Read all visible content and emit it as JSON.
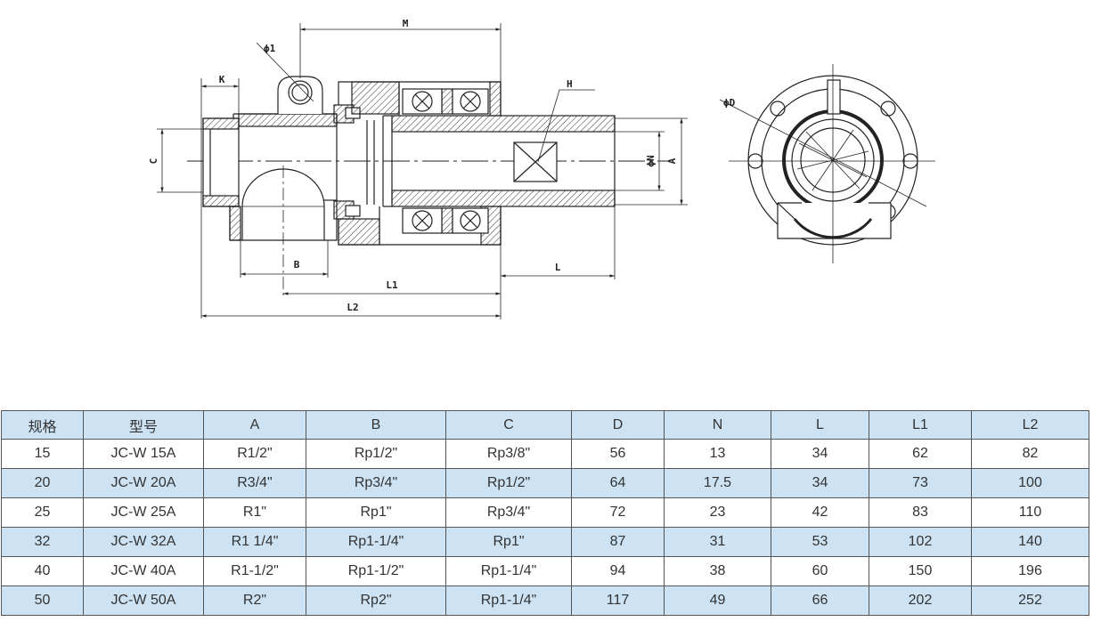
{
  "drawing": {
    "labels": {
      "M": "M",
      "phi1": "ϕ1",
      "K": "K",
      "H": "H",
      "C": "C",
      "phiN": "ϕN",
      "A": "A",
      "B": "B",
      "L": "L",
      "L1": "L1",
      "L2": "L2",
      "phiD": "ϕD"
    }
  },
  "table": {
    "headers": [
      "规格",
      "型号",
      "A",
      "B",
      "C",
      "D",
      "N",
      "L",
      "L1",
      "L2"
    ],
    "rows": [
      [
        "15",
        "JC-W 15A",
        "R1/2\"",
        "Rp1/2\"",
        "Rp3/8\"",
        "56",
        "13",
        "34",
        "62",
        "82"
      ],
      [
        "20",
        "JC-W 20A",
        "R3/4\"",
        "Rp3/4\"",
        "Rp1/2\"",
        "64",
        "17.5",
        "34",
        "73",
        "100"
      ],
      [
        "25",
        "JC-W 25A",
        "R1\"",
        "Rp1\"",
        "Rp3/4\"",
        "72",
        "23",
        "42",
        "83",
        "110"
      ],
      [
        "32",
        "JC-W 32A",
        "R1 1/4\"",
        "Rp1-1/4\"",
        "Rp1\"",
        "87",
        "31",
        "53",
        "102",
        "140"
      ],
      [
        "40",
        "JC-W 40A",
        "R1-1/2\"",
        "Rp1-1/2\"",
        "Rp1-1/4\"",
        "94",
        "38",
        "60",
        "150",
        "196"
      ],
      [
        "50",
        "JC-W 50A",
        "R2\"",
        "Rp2\"",
        "Rp1-1/4\"",
        "117",
        "49",
        "66",
        "202",
        "252"
      ]
    ]
  },
  "colors": {
    "header_bg": "#cde3f4",
    "row_bg": "#ffffff",
    "row_alt_bg": "#cde3f4",
    "border": "#555555",
    "text": "#333333",
    "line": "#222222"
  }
}
